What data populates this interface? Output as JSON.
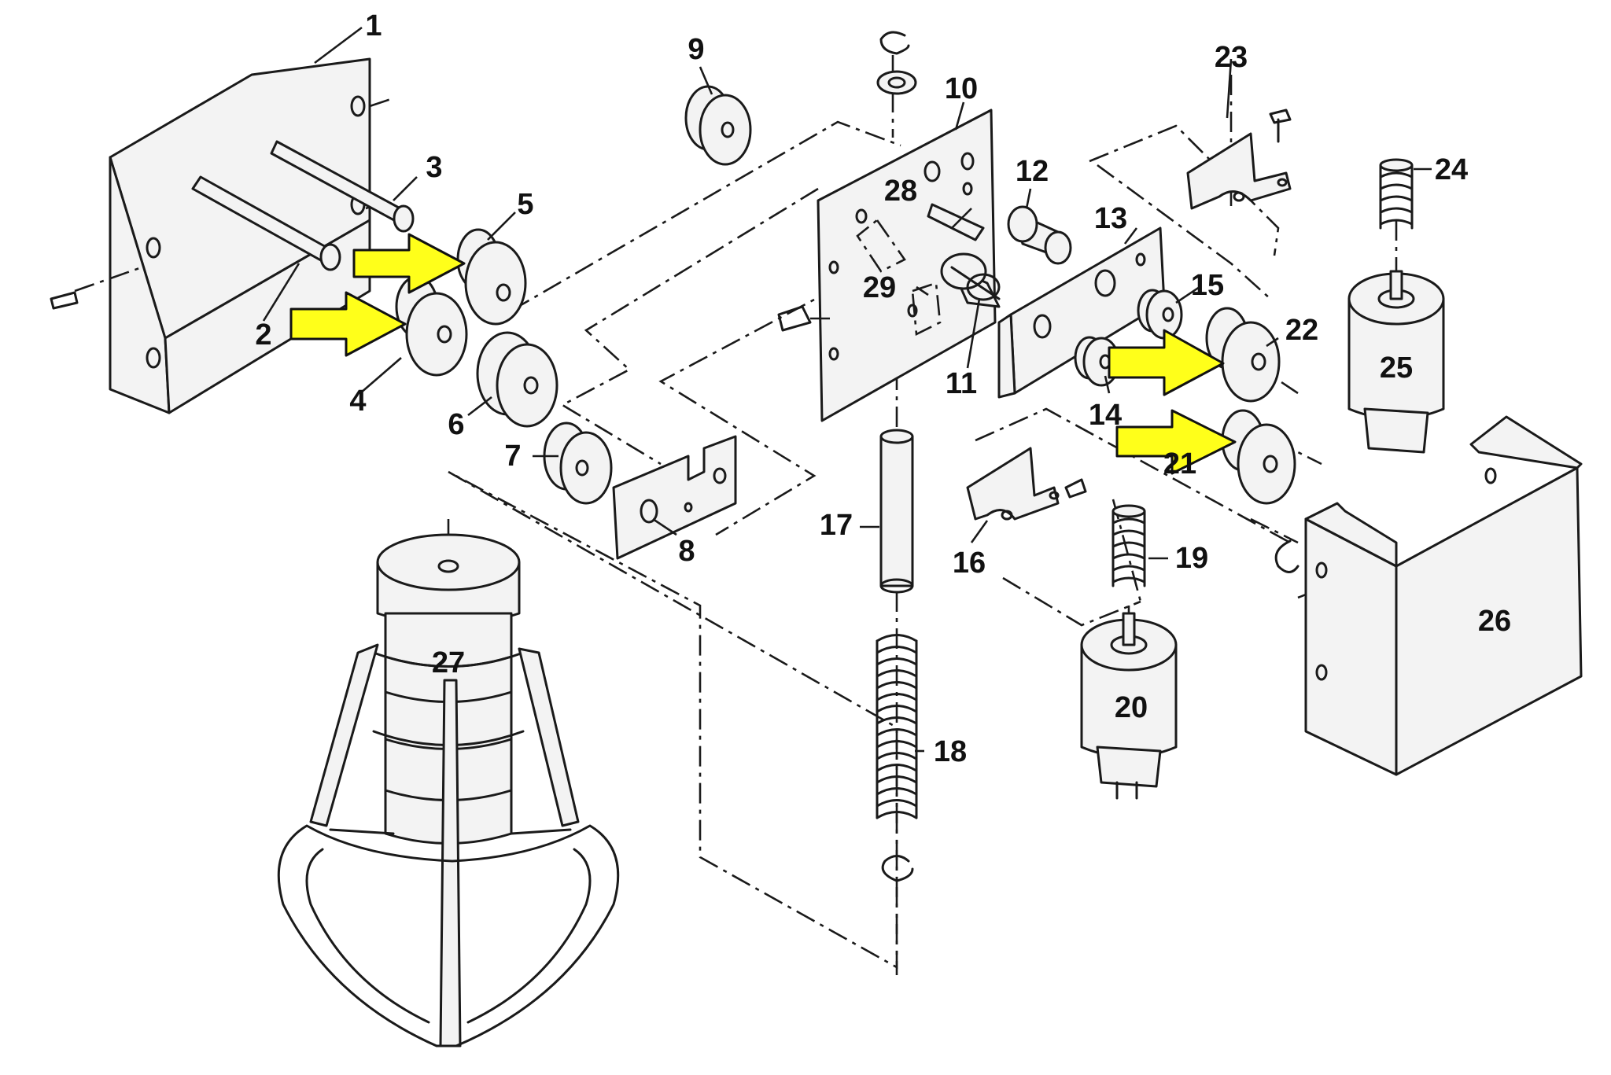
{
  "part_labels": [
    "1",
    "2",
    "3",
    "4",
    "5",
    "6",
    "7",
    "8",
    "9",
    "10",
    "11",
    "12",
    "13",
    "14",
    "15",
    "16",
    "17",
    "18",
    "19",
    "20",
    "21",
    "22",
    "23",
    "24",
    "25",
    "26",
    "27",
    "28",
    "29"
  ],
  "colors": {
    "ink": "#1a1a1a",
    "arrow_fill": "#ffff1a",
    "paper": "#ffffff"
  }
}
